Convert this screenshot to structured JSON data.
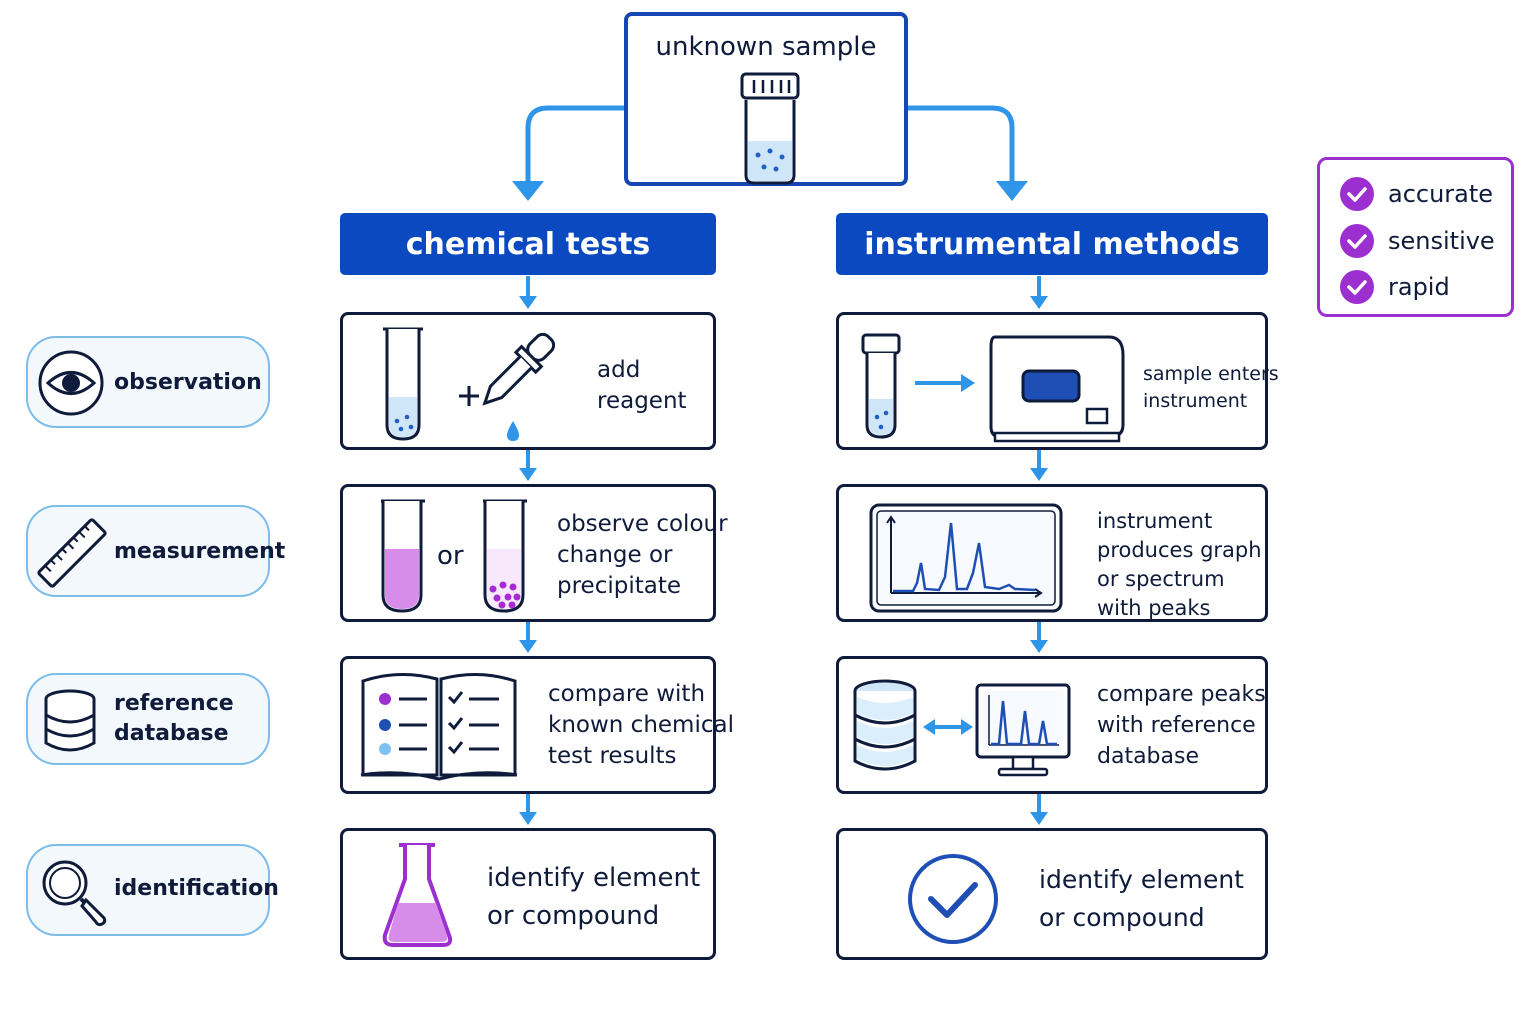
{
  "sample": {
    "title": "unknown sample"
  },
  "branches": {
    "chemical": {
      "header": "chemical tests",
      "steps": [
        {
          "text": "add\nreagent"
        },
        {
          "text": "observe colour\nchange or\nprecipitate",
          "or_label": "or"
        },
        {
          "text": "compare with\nknown chemical\ntest results"
        },
        {
          "text": "identify element\nor compound"
        }
      ]
    },
    "instrumental": {
      "header": "instrumental methods",
      "steps": [
        {
          "text": "sample enters\ninstrument"
        },
        {
          "text": "instrument\nproduces graph\nor spectrum\nwith peaks"
        },
        {
          "text": "compare peaks\nwith reference\ndatabase"
        },
        {
          "text": "identify element\nor compound"
        }
      ]
    }
  },
  "stages": [
    {
      "label": "observation",
      "icon": "eye-icon"
    },
    {
      "label": "measurement",
      "icon": "ruler-icon"
    },
    {
      "label": "reference\ndatabase",
      "icon": "database-icon"
    },
    {
      "label": "identification",
      "icon": "magnifier-icon"
    }
  ],
  "benefits": [
    {
      "label": "accurate"
    },
    {
      "label": "sensitive"
    },
    {
      "label": "rapid"
    }
  ],
  "colors": {
    "header_blue": "#0b49c0",
    "arrow_blue": "#2e95e8",
    "purple": "#9b2fd0",
    "ink": "#0f1b3a",
    "pill_border": "#7dbde8"
  }
}
